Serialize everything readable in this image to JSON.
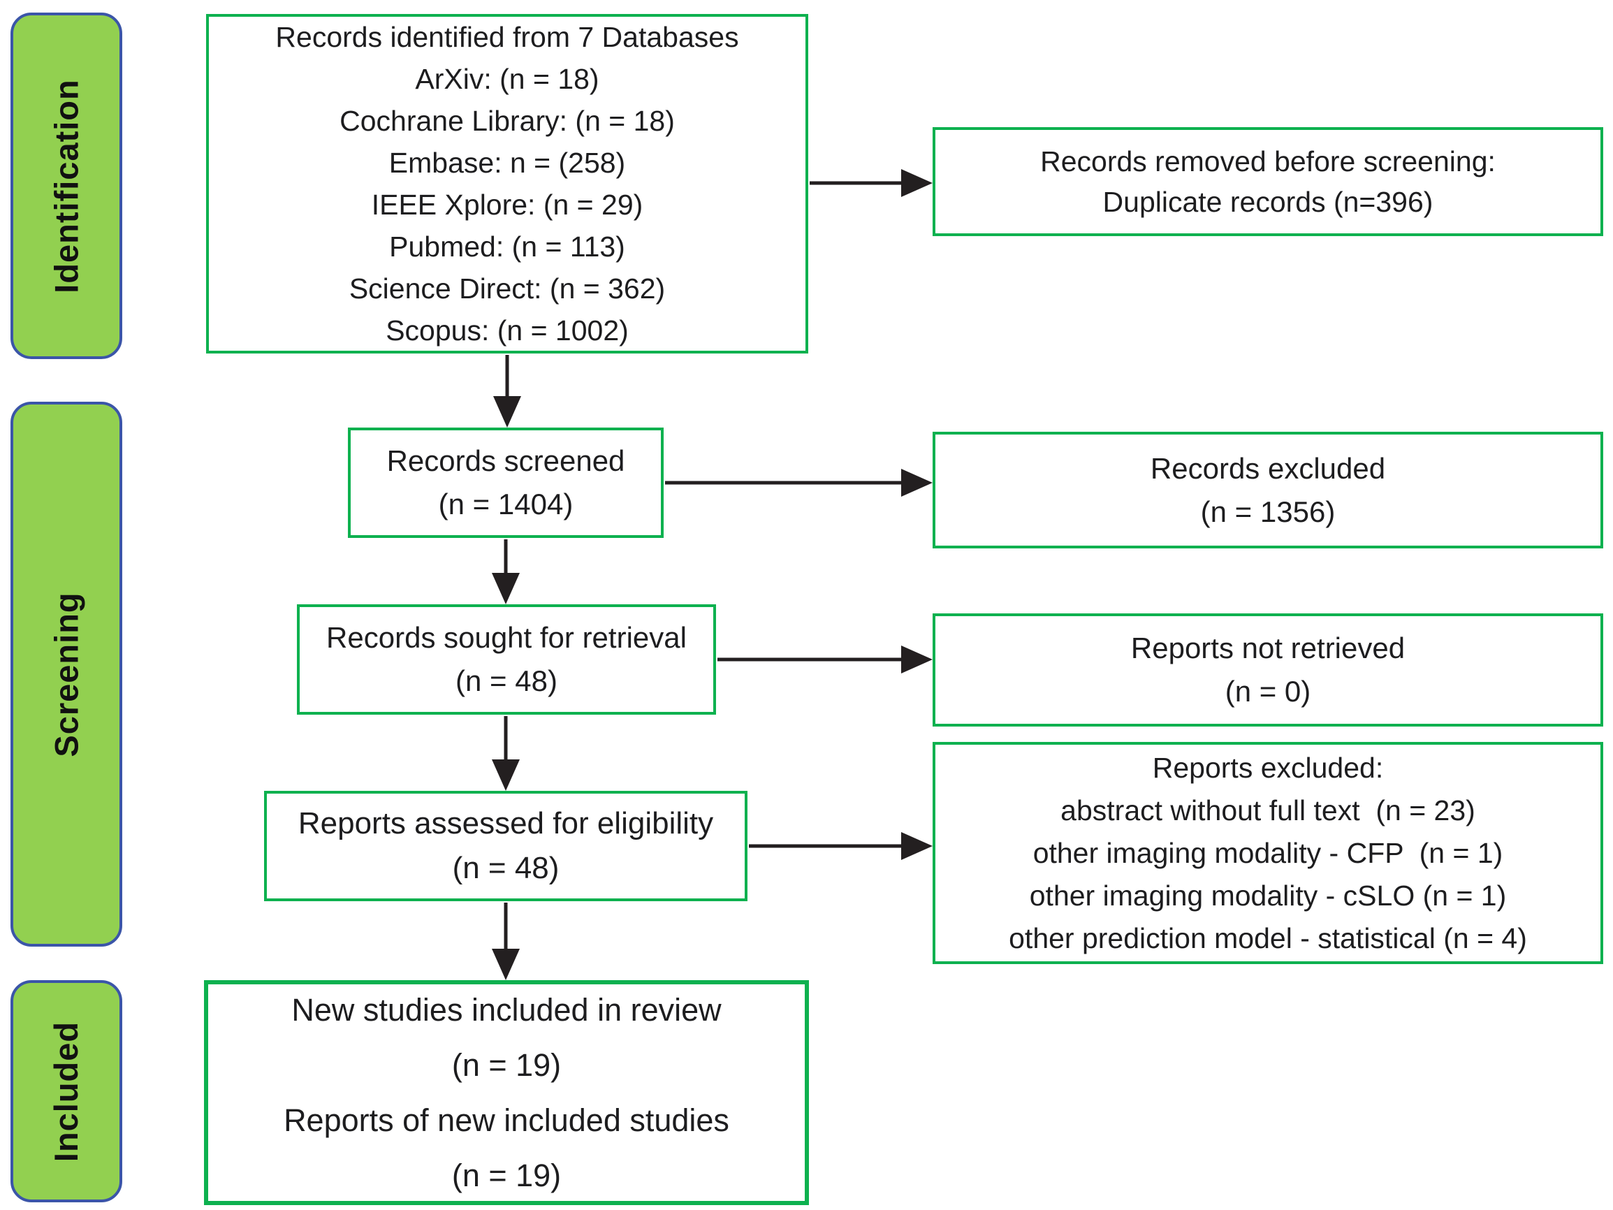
{
  "colors": {
    "box_border": "#0db14f",
    "stage_fill": "#92d050",
    "stage_border": "#3b55a8",
    "arrow": "#231f20",
    "text": "#1d1d1f",
    "background": "#ffffff"
  },
  "stages": [
    {
      "label": "Identification"
    },
    {
      "label": "Screening"
    },
    {
      "label": "Included"
    }
  ],
  "boxes": {
    "identified": {
      "lines": [
        "Records identified from 7 Databases",
        "ArXiv: (n = 18)",
        "Cochrane Library: (n = 18)",
        "Embase: n = (258)",
        "IEEE Xplore: (n = 29)",
        "Pubmed: (n = 113)",
        "Science Direct: (n = 362)",
        "Scopus: (n = 1002)"
      ]
    },
    "removed": {
      "lines": [
        "Records removed before screening:",
        "Duplicate records (n=396)"
      ]
    },
    "screened": {
      "lines": [
        "Records screened",
        "(n = 1404)"
      ]
    },
    "records_excluded": {
      "lines": [
        "Records excluded",
        "(n = 1356)"
      ]
    },
    "sought": {
      "lines": [
        "Records sought for retrieval",
        "(n = 48)"
      ]
    },
    "not_retrieved": {
      "lines": [
        "Reports not retrieved",
        "(n = 0)"
      ]
    },
    "assessed": {
      "lines": [
        "Reports assessed for eligibility",
        "(n = 48)"
      ]
    },
    "reports_excluded": {
      "lines": [
        "Reports excluded:",
        "abstract without full text  (n = 23)",
        "other imaging modality - CFP  (n = 1)",
        "other imaging modality - cSLO (n = 1)",
        "other prediction model - statistical (n = 4)"
      ]
    },
    "included": {
      "lines": [
        "New studies included in review",
        "(n = 19)",
        "Reports of new included studies",
        "(n = 19)"
      ]
    }
  }
}
